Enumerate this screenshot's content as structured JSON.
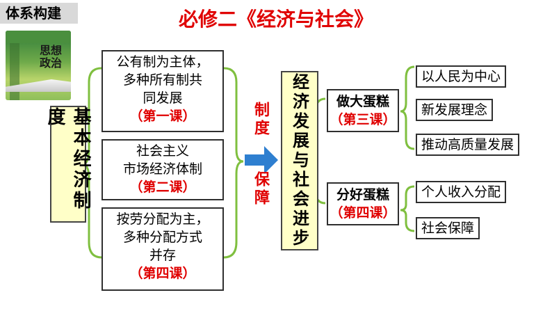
{
  "header": {
    "tag": "体系构建",
    "title": "必修二《经济与社会》"
  },
  "book": {
    "cover_text": "思想政治"
  },
  "left_label": "基本经济制度",
  "middle_boxes": [
    {
      "lines": [
        "公有制为主体，",
        "多种所有制共",
        "同发展"
      ],
      "lesson": "（第一课）"
    },
    {
      "lines": [
        "社会主义",
        "市场经济体制"
      ],
      "lesson": "（第二课）"
    },
    {
      "lines": [
        "按劳分配为主，",
        "多种分配方式",
        "并存"
      ],
      "lesson": "（第四课）"
    }
  ],
  "red_labels": {
    "top": "制度",
    "bottom": "保障"
  },
  "center_label": "经济发展与社会进步",
  "cakes": [
    {
      "title": "做大蛋糕",
      "lesson": "（第三课）"
    },
    {
      "title": "分好蛋糕",
      "lesson": "（第四课）"
    }
  ],
  "right_items_top": [
    "以人民为中心",
    "新发展理念",
    "推动高质量发展"
  ],
  "right_items_bottom": [
    "个人收入分配",
    "社会保障"
  ],
  "colors": {
    "accent_red": "#e00000",
    "brace_green": "#7fbf3f",
    "arrow_blue": "#2e7fd0",
    "label_bg": "#ffffc8"
  }
}
